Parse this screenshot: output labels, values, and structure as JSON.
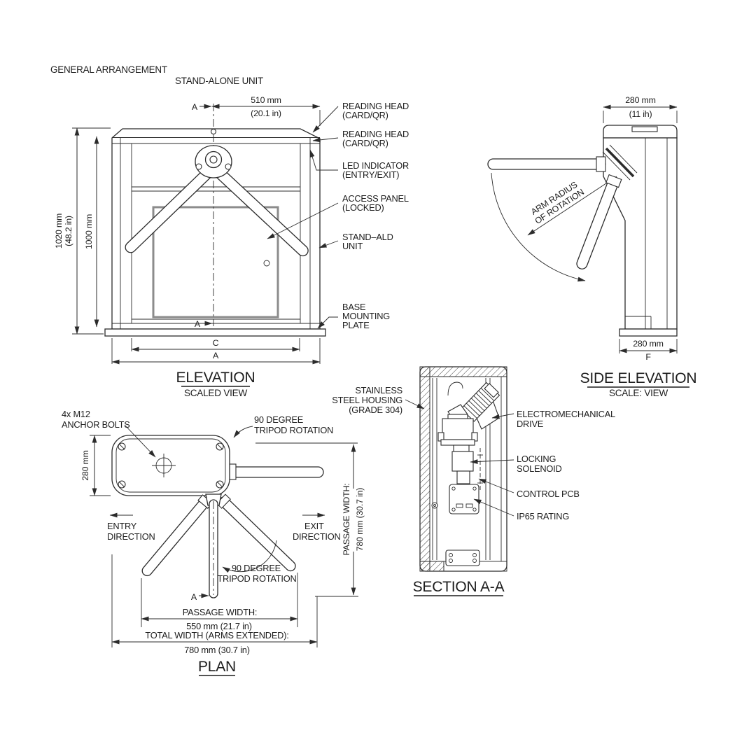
{
  "drawing": {
    "title": "GENERAL ARRANGEMENT",
    "subtitle": "STAND-ALONE UNIT"
  },
  "colors": {
    "line": "#2b2b2b",
    "panel_border": "#8c8c8c",
    "background": "#ffffff"
  },
  "elevation": {
    "view_title": "ELEVATION",
    "view_subtitle": "SCALED VIEW",
    "marker_a_top": "A",
    "marker_a_bottom": "A",
    "dim_width_top": {
      "line1": "510 mm",
      "line2": "(20.1 in)"
    },
    "dim_height_outer": {
      "line1": "1020 mm",
      "line2": "(48.2 in)"
    },
    "dim_height_inner": "1000 mm",
    "dim_c": "C",
    "dim_a": "A",
    "callouts": {
      "reading_head_top": {
        "line1": "READING HEAD",
        "line2": "(CARD/QR)"
      },
      "reading_head_front": {
        "line1": "READING HEAD",
        "line2": "(CARD/QR)"
      },
      "led_indicator": {
        "line1": "LED INDICATOR",
        "line2": "(ENTRY/EXIT)"
      },
      "access_panel": {
        "line1": "ACCESS PANEL",
        "line2": "(LOCKED)"
      },
      "stand_alone_unit": {
        "line1": "STAND–ALD",
        "line2": "UNIT"
      },
      "base_plate": {
        "line1": "BASE",
        "line2": "MOUNTING",
        "line3": "PLATE"
      }
    }
  },
  "side_elevation": {
    "view_title": "SIDE ELEVATION",
    "view_subtitle": "SCALE: VIEW",
    "dim_depth_top": {
      "line1": "280 mm",
      "line2": "(11 ih)"
    },
    "dim_depth_bottom": {
      "value": "280 mm",
      "label": "F"
    },
    "arm_radius": {
      "line1": "ARM RADIUS",
      "line2": "OF ROTATION"
    }
  },
  "plan": {
    "view_title": "PLAN",
    "anchor_bolts": {
      "line1": "4x M12",
      "line2": "ANCHOR BOLTS"
    },
    "rotation_top": {
      "line1": "90 DEGREE",
      "line2": "TRIPOD ROTATION"
    },
    "rotation_bottom": {
      "line1": "90 DEGREE",
      "line2": "TRIPOD ROTATION"
    },
    "dim_depth": "280 mm",
    "entry": {
      "line1": "ENTRY",
      "line2": "DIRECTION"
    },
    "exit": {
      "line1": "EXIT",
      "line2": "DIRECTION"
    },
    "marker_a": "A",
    "dim_passage_vertical": {
      "line1": "PASSAGE WIDTH:",
      "line2": "780 mm (30.7 in)"
    },
    "dim_passage": {
      "label": "PASSAGE WIDTH:",
      "value": "550 mm (21.7 in)"
    },
    "dim_total": {
      "label": "TOTAL WIDTH (ARMS EXTENDED):",
      "value": "780 mm (30.7 in)"
    }
  },
  "section": {
    "view_title": "SECTION A-A",
    "callouts": {
      "housing": {
        "line1": "STAINLESS",
        "line2": "STEEL HOUSING",
        "line3": "(GRADE 304)"
      },
      "drive": {
        "line1": "ELECTROMECHANICAL",
        "line2": "DRIVE"
      },
      "solenoid": {
        "line1": "LOCKING",
        "line2": "SOLENOID"
      },
      "pcb": "CONTROL PCB",
      "ip_rating": "IP65 RATING"
    }
  }
}
